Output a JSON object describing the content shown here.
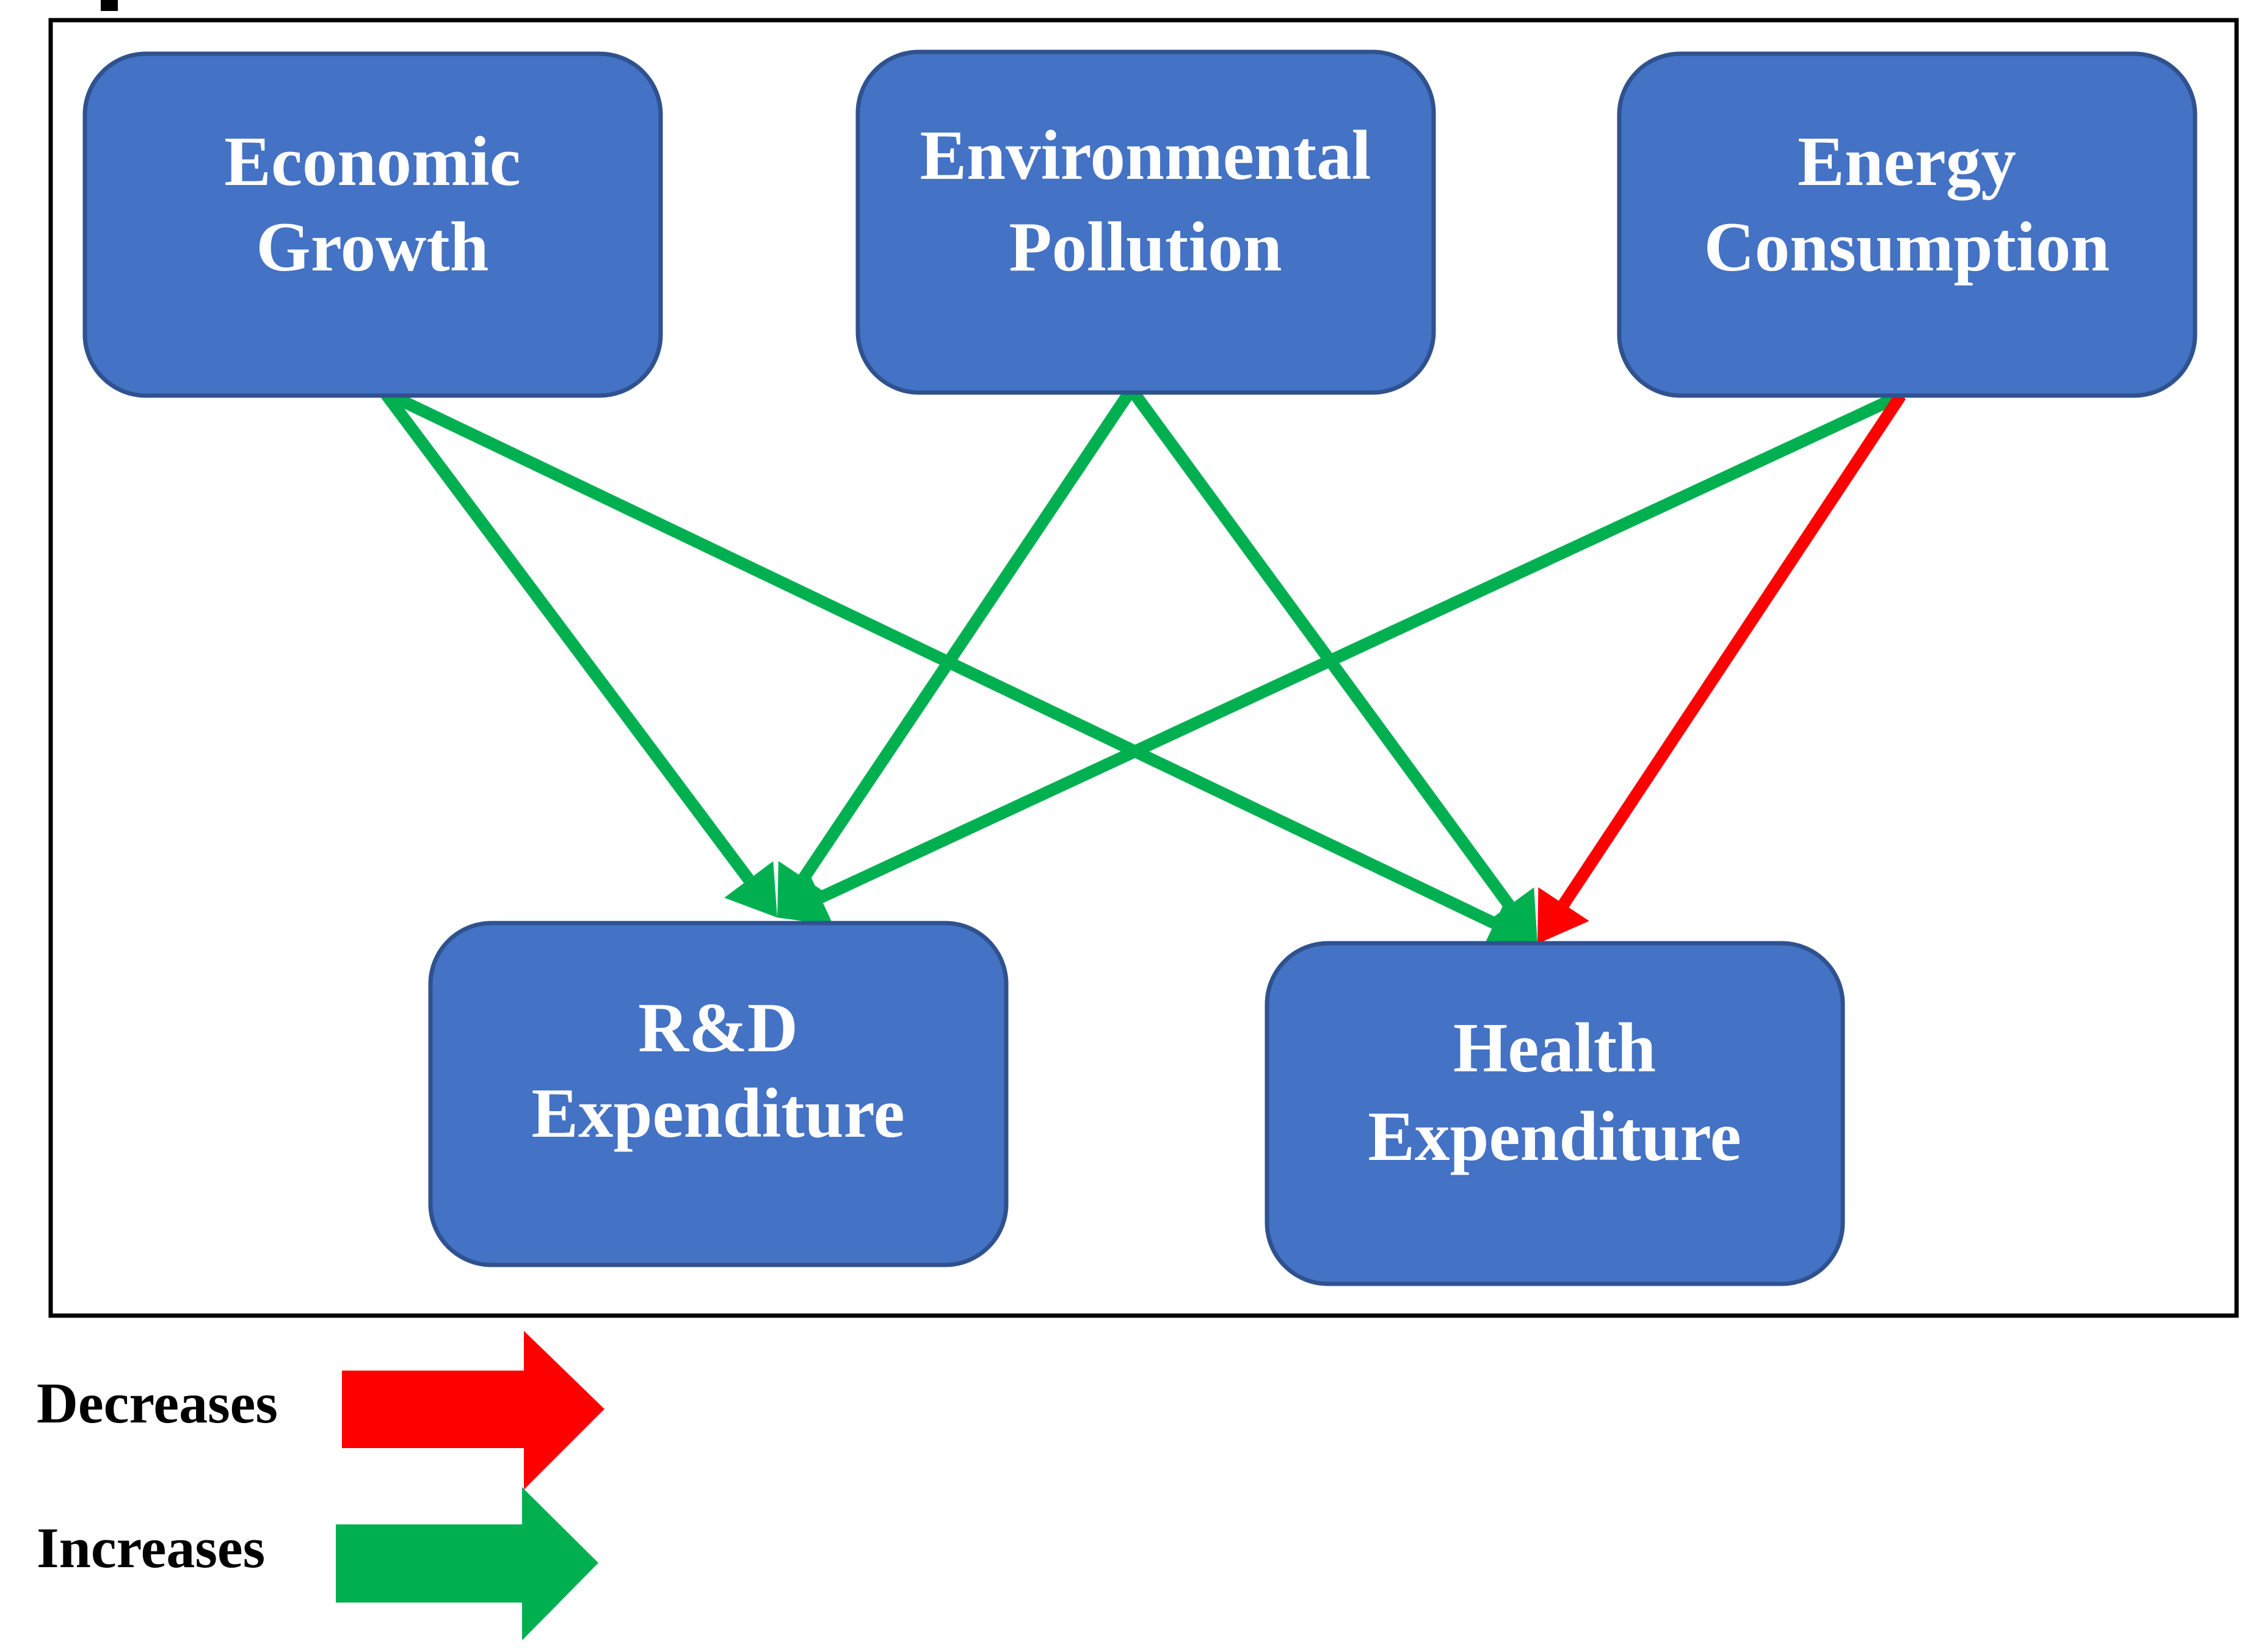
{
  "colors": {
    "node_fill": "#4472C4",
    "node_border": "#2F528F",
    "node_text": "#FFFFFF",
    "increase": "#00B050",
    "decrease": "#FF0000",
    "frame": "#000000"
  },
  "nodes": {
    "economic_growth": {
      "line1": "Economic",
      "line2": "Growth"
    },
    "environmental_pollution": {
      "line1": "Environmental",
      "line2": "Pollution"
    },
    "energy_consumption": {
      "line1": "Energy",
      "line2": "Consumption"
    },
    "rd_expenditure": {
      "line1": "R&D",
      "line2": "Expenditure"
    },
    "health_expenditure": {
      "line1": "Health",
      "line2": "Expenditure"
    }
  },
  "edges": [
    {
      "from": "economic_growth",
      "to": "rd_expenditure",
      "effect": "increases"
    },
    {
      "from": "economic_growth",
      "to": "health_expenditure",
      "effect": "increases"
    },
    {
      "from": "environmental_pollution",
      "to": "rd_expenditure",
      "effect": "increases"
    },
    {
      "from": "environmental_pollution",
      "to": "health_expenditure",
      "effect": "increases"
    },
    {
      "from": "energy_consumption",
      "to": "rd_expenditure",
      "effect": "increases"
    },
    {
      "from": "energy_consumption",
      "to": "health_expenditure",
      "effect": "decreases"
    }
  ],
  "legend": {
    "decreases_label": "Decreases",
    "increases_label": "Increases"
  }
}
